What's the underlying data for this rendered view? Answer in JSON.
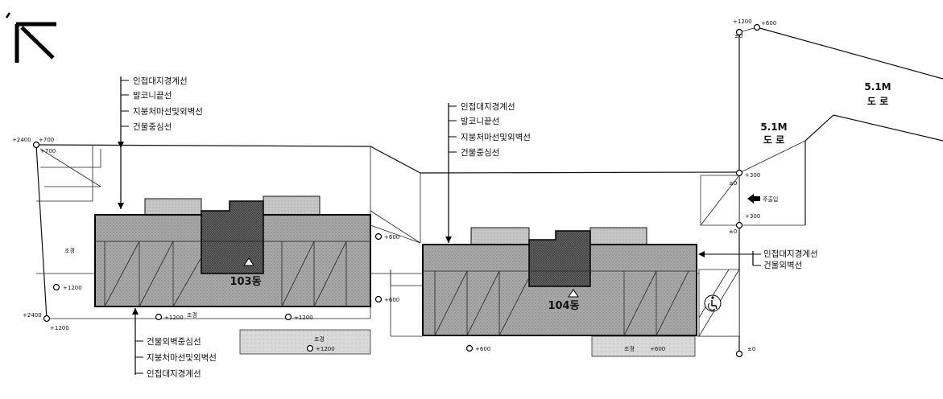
{
  "roads": [
    {
      "label": "5.1M",
      "sub": "도 로"
    },
    {
      "label": "5.1M",
      "sub": "도 로"
    }
  ],
  "building_103": {
    "name": "103동"
  },
  "building_104": {
    "name": "104동"
  },
  "callouts_103_top": [
    "인접대지경계선",
    "발코니끝선",
    "지붕처마선및외벽선",
    "건물중심선"
  ],
  "callouts_104_top": [
    "인접대지경계선",
    "발코니끝선",
    "지붕처마선및외벽선",
    "건물중심선"
  ],
  "callouts_103_bottom": [
    "건물외벽중심선",
    "지붕처마선및외벽선",
    "인접대지경계선"
  ],
  "callouts_104_right": [
    "인접대지경계선",
    "건물외벽선"
  ],
  "entrance_label": "주출입",
  "landscape_labels": [
    "조경",
    "조경",
    "조경",
    "조경"
  ],
  "levels": {
    "tl_2400": "+2400",
    "tl_700a": "+700",
    "tl_700b": "+700",
    "bl_2400": "+2400",
    "bl_1200": "+1200",
    "l_1200": "+1200",
    "b1_1200": "+1200",
    "b2_1200": "+1200",
    "b3_1200": "+1200",
    "mid_600a": "+600",
    "mid_600b": "+600",
    "bot_600": "+600",
    "land_600": "+600",
    "tr_1200": "+1200",
    "tr_600": "+600",
    "tr_0": "±0",
    "r_300a": "+300",
    "r_300b": "+300",
    "r_0a": "±0",
    "r_0b": "±0",
    "br_0": "±0"
  }
}
